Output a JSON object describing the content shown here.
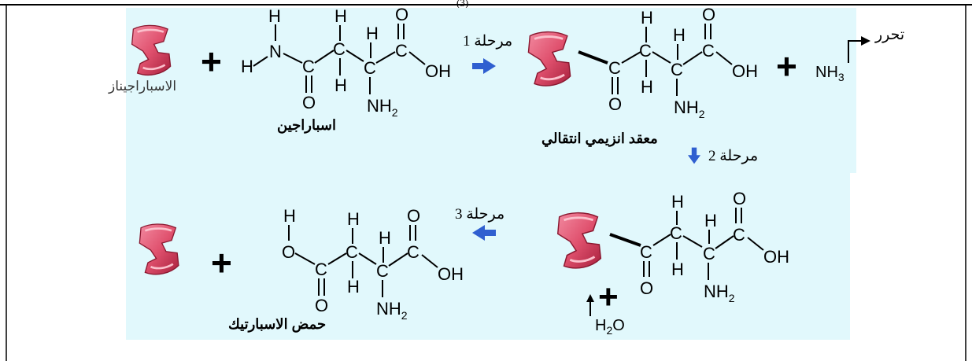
{
  "diagram": {
    "enzyme_name": "الاسباراجيناز",
    "substrate_name": "اسباراجين",
    "complex_name": "معقد انزيمي انتقالي",
    "product_name": "حمض الاسبارتيك",
    "release_label": "تحرر",
    "steps": {
      "step1": "مرحلة 1",
      "step2": "مرحلة 2",
      "step3": "مرحلة 3"
    },
    "top_fragment": "(3)",
    "atoms": {
      "H": "H",
      "N": "N",
      "O": "O",
      "C": "C",
      "OH": "OH",
      "NH": "NH",
      "sub2": "2",
      "sub3": "3",
      "plus": "+"
    },
    "colors": {
      "panel": "#e1f8fc",
      "enzyme": "#e0516e",
      "arrow": "#2f5fd0"
    }
  }
}
